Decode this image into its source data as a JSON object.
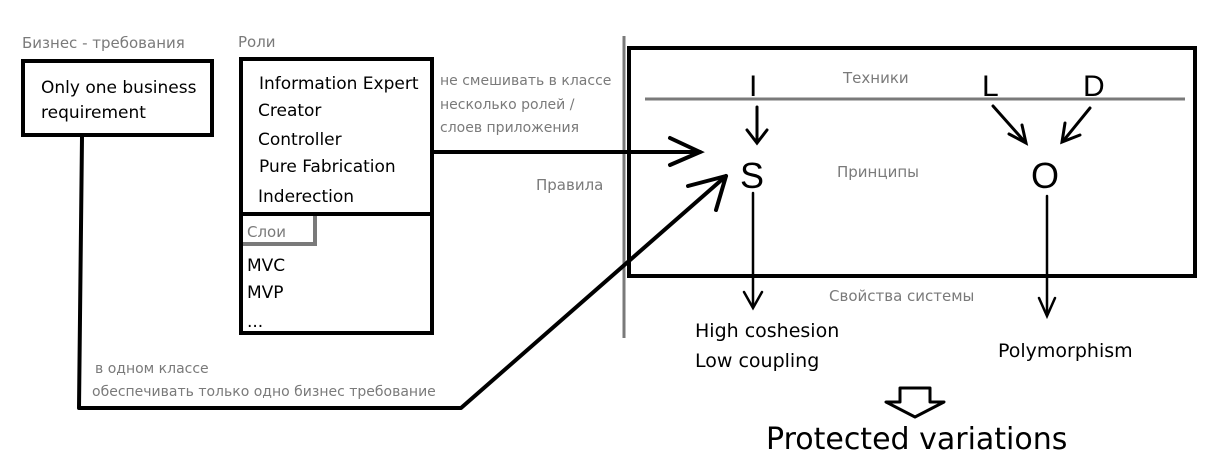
{
  "labels": {
    "business_requirements": "Бизнес - требования",
    "roles": "Роли",
    "layers": "Слои",
    "rules": "Правила",
    "techniques": "Техники",
    "principles": "Принципы",
    "system_properties": "Свойства системы"
  },
  "business_box": {
    "line1": "Only one business",
    "line2": "requirement"
  },
  "roles_box": {
    "items": [
      "Information Expert",
      "Creator",
      "Controller",
      "Pure Fabrication",
      "Inderection"
    ]
  },
  "layers_box": {
    "items": [
      "MVC",
      "MVP",
      "..."
    ]
  },
  "notes": {
    "roles_note": [
      "не смешивать в классе",
      "несколько ролей /",
      "слоев приложения"
    ],
    "business_note": [
      "в одном классе",
      "обеспечивать только одно бизнес требование"
    ]
  },
  "letters": {
    "i": "I",
    "s": "S",
    "l": "L",
    "d": "D",
    "o": "O"
  },
  "properties": {
    "s_line1": "High coshesion",
    "s_line2": "Low coupling",
    "o": "Polymorphism"
  },
  "result": "Protected variations",
  "colors": {
    "line": "#000000",
    "gray": "#7a7a7a",
    "background": "#ffffff"
  }
}
